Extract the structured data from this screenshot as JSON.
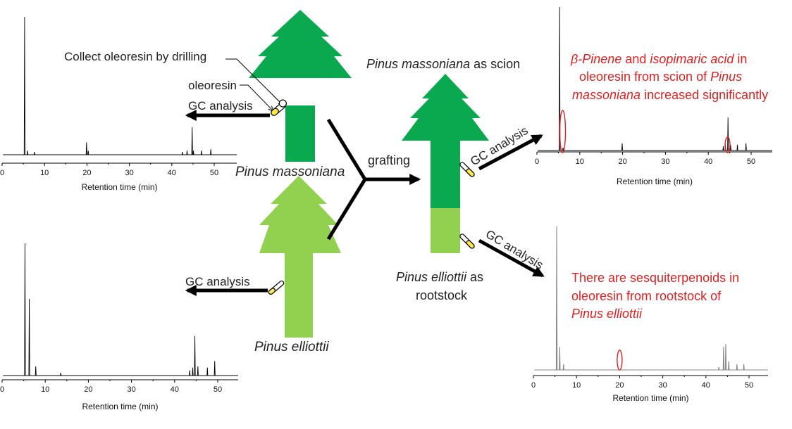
{
  "labels": {
    "collect": "Collect oleoresin by drilling",
    "oleoresin": "oleoresin",
    "gc_analysis": "GC analysis",
    "pinus_massoniana": "Pinus massoniana",
    "pinus_elliottii": "Pinus elliottii",
    "grafting": "grafting",
    "scion_species": "Pinus massoniana",
    "scion_suffix": " as scion",
    "rootstock_species": "Pinus elliottii",
    "rootstock_as": " as",
    "rootstock_word": "rootstock"
  },
  "annotations": {
    "scion_line1_a": "β-Pinene",
    "scion_line1_b": " and ",
    "scion_line1_c": "isopimaric acid",
    "scion_line1_d": " in",
    "scion_line2_a": "oleoresin from scion of ",
    "scion_line2_b": "Pinus",
    "scion_line3_a": "massoniana",
    "scion_line3_b": " increased significantly",
    "root_line1": "There are sesquiterpenoids in",
    "root_line2": "oleoresin from rootstock of",
    "root_line3": "Pinus elliottii"
  },
  "colors": {
    "dark_green": "#0aa84f",
    "light_green": "#92d050",
    "annotation_red": "#e02020",
    "trace": "#000000",
    "vial_yellow": "#ffeb3b"
  },
  "icons": [
    "tree-icon",
    "vial-icon",
    "arrow-icon"
  ],
  "chart_data": [
    {
      "type": "line",
      "xlabel": "Retention time (min)",
      "ylabel": "",
      "xlim": [
        0,
        55
      ],
      "xticks": [
        0,
        10,
        20,
        30,
        40,
        50
      ],
      "peaks": [
        [
          5.3,
          1.0
        ],
        [
          6.0,
          0.03
        ],
        [
          7.6,
          0.02
        ],
        [
          19.9,
          0.09
        ],
        [
          20.3,
          0.03
        ],
        [
          42.5,
          0.02
        ],
        [
          43.6,
          0.03
        ],
        [
          44.8,
          0.2
        ],
        [
          45.1,
          0.03
        ],
        [
          47.0,
          0.03
        ],
        [
          49.2,
          0.04
        ]
      ]
    },
    {
      "type": "line",
      "xlabel": "Retention time (min)",
      "ylabel": "",
      "xlim": [
        0,
        55
      ],
      "xticks": [
        0,
        10,
        20,
        30,
        40,
        50
      ],
      "peaks": [
        [
          5.3,
          1.0
        ],
        [
          6.3,
          0.58
        ],
        [
          7.8,
          0.07
        ],
        [
          13.6,
          0.02
        ],
        [
          43.5,
          0.04
        ],
        [
          44.2,
          0.06
        ],
        [
          44.7,
          0.3
        ],
        [
          45.4,
          0.07
        ],
        [
          47.6,
          0.06
        ],
        [
          49.3,
          0.11
        ]
      ]
    },
    {
      "type": "line",
      "xlabel": "Retention time (min)",
      "ylabel": "",
      "xlim": [
        0,
        55
      ],
      "xticks": [
        0,
        10,
        20,
        30,
        40,
        50
      ],
      "peaks": [
        [
          5.3,
          1.0
        ],
        [
          6.1,
          0.02
        ],
        [
          19.9,
          0.05
        ],
        [
          43.5,
          0.03
        ],
        [
          44.0,
          0.04
        ],
        [
          44.6,
          0.23
        ],
        [
          45.2,
          0.04
        ],
        [
          46.8,
          0.04
        ],
        [
          48.8,
          0.05
        ]
      ],
      "highlights": [
        6.0,
        44.5
      ]
    },
    {
      "type": "line",
      "xlabel": "Retention time (min)",
      "ylabel": "",
      "xlim": [
        0,
        55
      ],
      "xticks": [
        0,
        10,
        20,
        30,
        40,
        50
      ],
      "peaks": [
        [
          5.4,
          1.0
        ],
        [
          6.1,
          0.16
        ],
        [
          7.0,
          0.04
        ],
        [
          43.0,
          0.02
        ],
        [
          44.1,
          0.16
        ],
        [
          44.6,
          0.18
        ],
        [
          45.3,
          0.06
        ],
        [
          47.2,
          0.04
        ],
        [
          48.8,
          0.04
        ]
      ],
      "highlights": [
        20.0
      ]
    }
  ]
}
